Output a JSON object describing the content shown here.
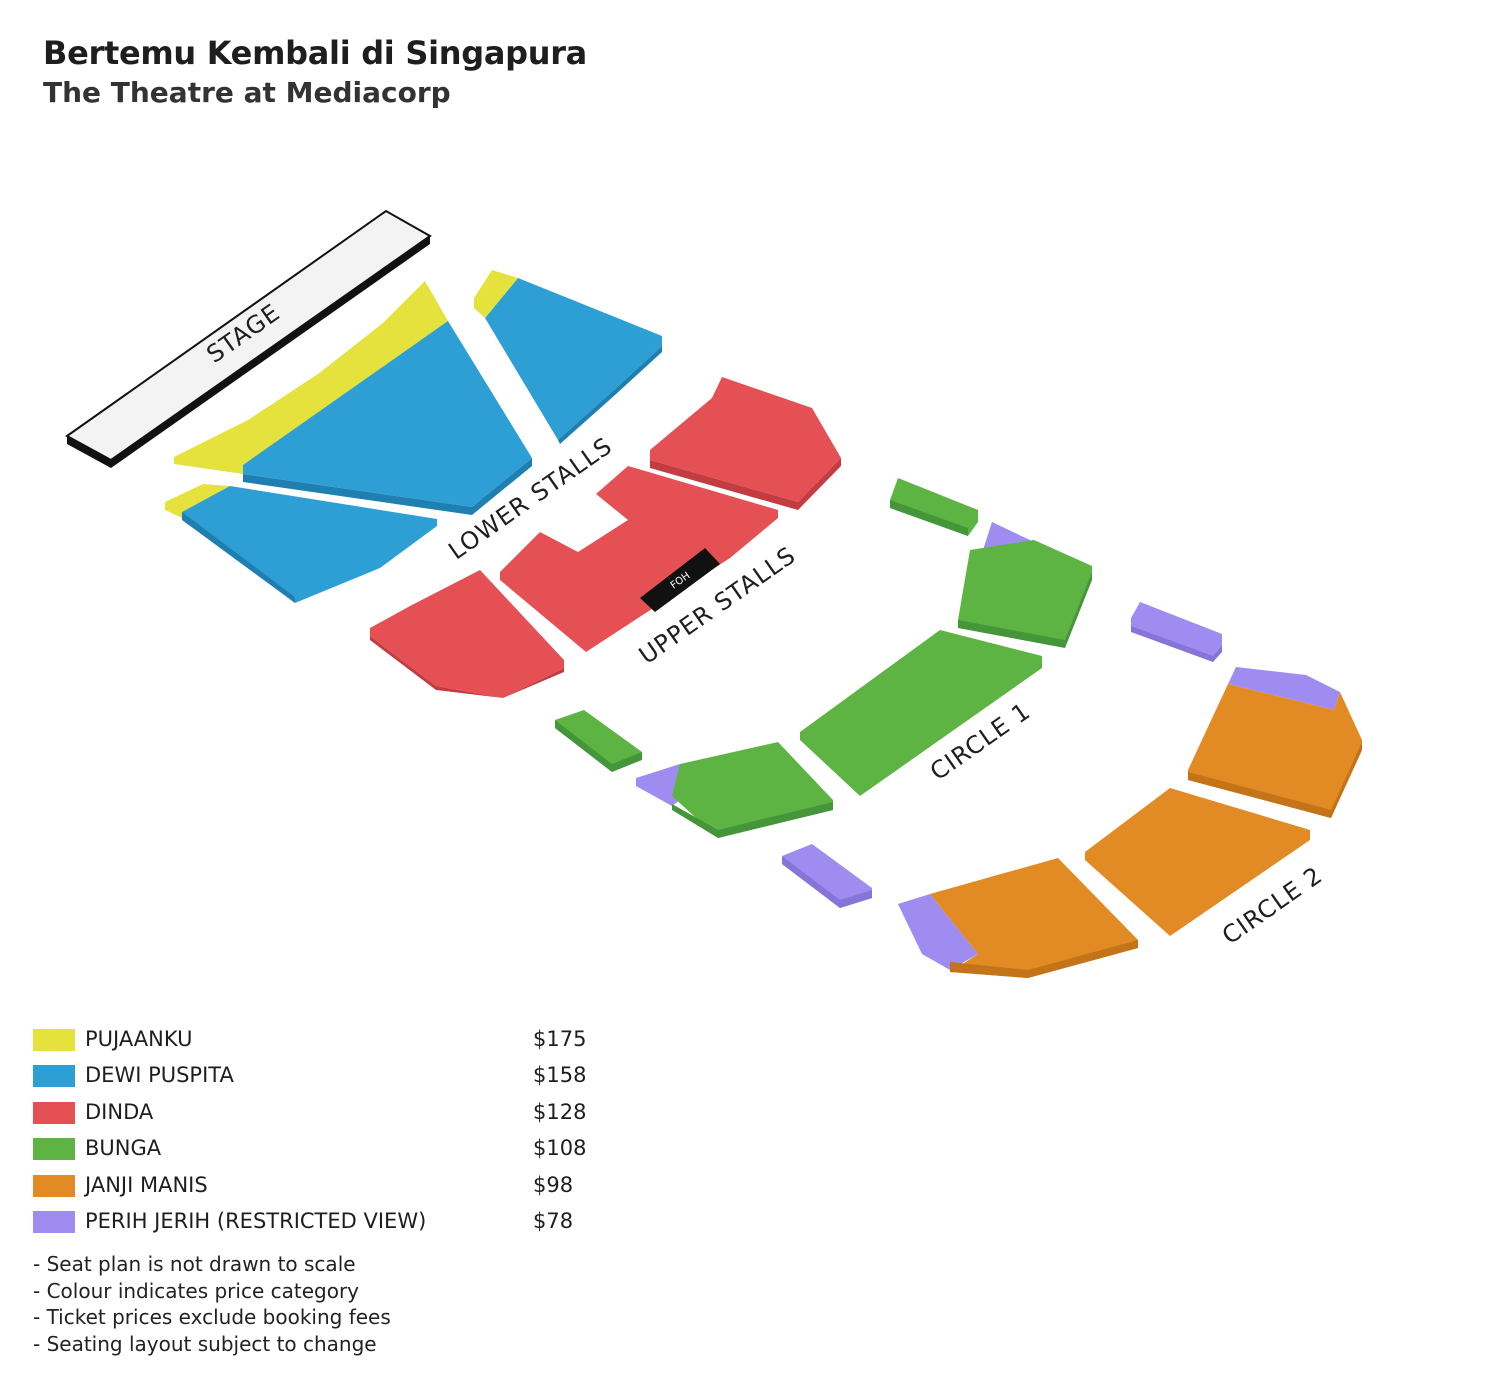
{
  "header": {
    "title": "Bertemu Kembali di Singapura",
    "subtitle": "The Theatre at Mediacorp"
  },
  "map": {
    "stage_label": "STAGE",
    "foh_label": "FOH",
    "section_labels": {
      "lower_stalls": "LOWER STALLS",
      "upper_stalls": "UPPER STALLS",
      "circle_1": "CIRCLE 1",
      "circle_2": "CIRCLE 2"
    }
  },
  "legend": [
    {
      "name": "PUJAANKU",
      "price": "$175",
      "color": "#E5E23E"
    },
    {
      "name": "DEWI PUSPITA",
      "price": "$158",
      "color": "#2E9FD4"
    },
    {
      "name": "DINDA",
      "price": "$128",
      "color": "#E55055"
    },
    {
      "name": "BUNGA",
      "price": "$108",
      "color": "#5EB443"
    },
    {
      "name": "JANJI MANIS",
      "price": "$98",
      "color": "#E28A23"
    },
    {
      "name": "PERIH JERIH (RESTRICTED VIEW)",
      "price": "$78",
      "color": "#9E8CF0"
    }
  ],
  "notes": [
    "- Seat plan is not drawn to scale",
    "- Colour indicates price category",
    "- Ticket prices exclude booking fees",
    "- Seating layout subject to change"
  ]
}
